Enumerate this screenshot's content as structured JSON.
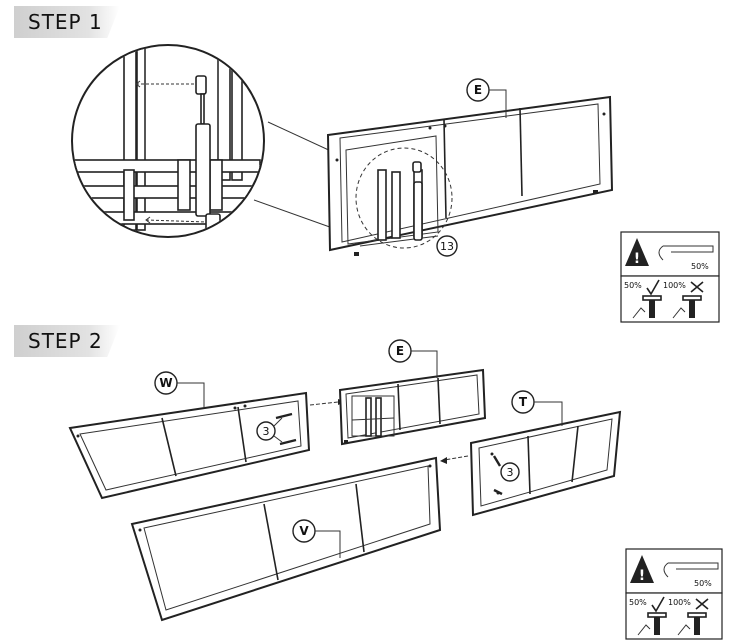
{
  "steps": [
    {
      "title": "STEP 1"
    },
    {
      "title": "STEP 2"
    }
  ],
  "parts": {
    "E": "E",
    "W": "W",
    "T": "T",
    "V": "V"
  },
  "callouts": {
    "screw_13": "13",
    "screw_3": "3"
  },
  "torque": {
    "setting": "50%",
    "ok": "50%",
    "bad": "100%"
  }
}
